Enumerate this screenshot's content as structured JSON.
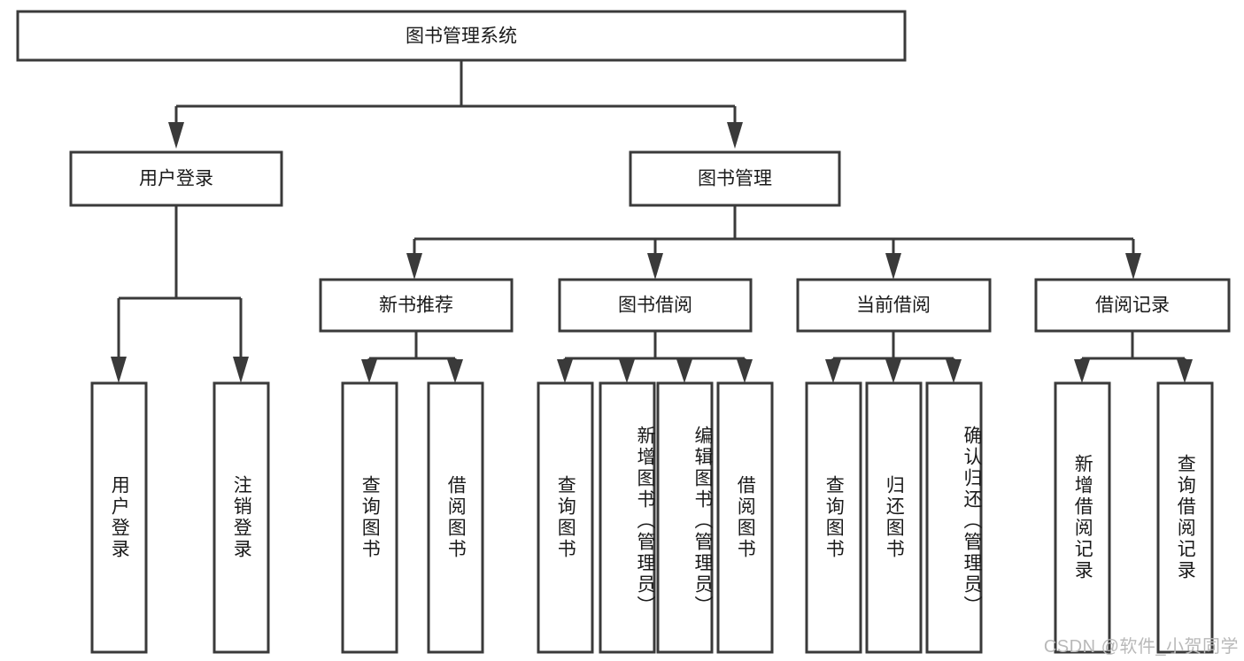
{
  "diagram": {
    "title": "图书管理系统",
    "type": "tree-hierarchy-chart",
    "orientation": "top-down",
    "colors": {
      "box_stroke": "#3a3a3a",
      "box_fill": "#ffffff",
      "connector": "#3a3a3a",
      "text": "#1a1a1a",
      "watermark": "#b9b9b9",
      "background": "#ffffff"
    },
    "root": {
      "label": "图书管理系统"
    },
    "level2": [
      {
        "label": "用户登录"
      },
      {
        "label": "图书管理"
      }
    ],
    "level3": [
      {
        "label": "新书推荐"
      },
      {
        "label": "图书借阅"
      },
      {
        "label": "当前借阅"
      },
      {
        "label": "借阅记录"
      }
    ],
    "leaves": {
      "user_login": [
        {
          "label": "用户登录"
        },
        {
          "label": "注销登录"
        }
      ],
      "new_book_recommend": [
        {
          "label": "查询图书"
        },
        {
          "label": "借阅图书"
        }
      ],
      "book_borrow": [
        {
          "label": "查询图书"
        },
        {
          "label": "新增图书（管理员）"
        },
        {
          "label": "编辑图书（管理员）"
        },
        {
          "label": "借阅图书"
        }
      ],
      "current_borrow": [
        {
          "label": "查询图书"
        },
        {
          "label": "归还图书"
        },
        {
          "label": "确认归还（管理员）"
        }
      ],
      "borrow_record": [
        {
          "label": "新增借阅记录"
        },
        {
          "label": "查询借阅记录"
        }
      ]
    }
  },
  "watermark": {
    "text": "CSDN @软件_小贺同学"
  }
}
